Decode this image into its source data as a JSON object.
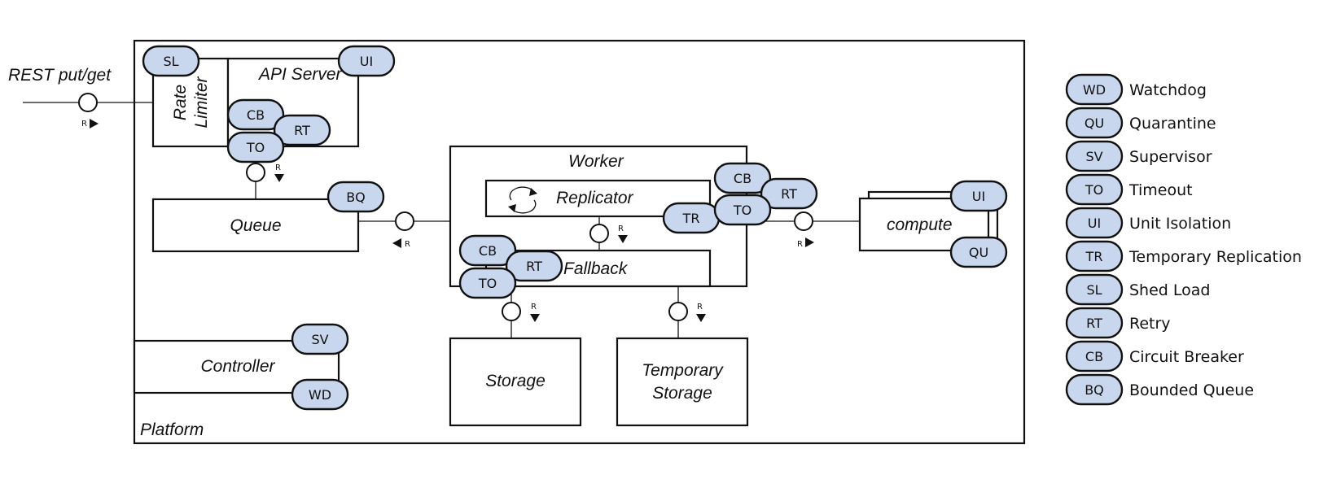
{
  "diagram": {
    "external_label": "REST put/get",
    "platform_label": "Platform",
    "components": {
      "rate_limiter": [
        "Rate",
        "Limiter"
      ],
      "api_server": "API Server",
      "queue": "Queue",
      "worker": "Worker",
      "replicator": "Replicator",
      "fallback": "Fallback",
      "compute": "compute",
      "controller": "Controller",
      "storage": "Storage",
      "temporary_storage": [
        "Temporary",
        "Storage"
      ]
    },
    "badges": {
      "rate_limiter": "SL",
      "api_server_ui": "UI",
      "api_cb": "CB",
      "api_rt": "RT",
      "api_to": "TO",
      "queue": "BQ",
      "replicator": "TR",
      "worker_cb": "CB",
      "worker_rt": "RT",
      "worker_to": "TO",
      "fallback_cb": "CB",
      "fallback_rt": "RT",
      "fallback_to": "TO",
      "compute_ui": "UI",
      "compute_qu": "QU",
      "controller_sv": "SV",
      "controller_wd": "WD"
    },
    "port_marker": "R"
  },
  "legend": [
    {
      "code": "WD",
      "name": "Watchdog"
    },
    {
      "code": "QU",
      "name": "Quarantine"
    },
    {
      "code": "SV",
      "name": "Supervisor"
    },
    {
      "code": "TO",
      "name": "Timeout"
    },
    {
      "code": "UI",
      "name": "Unit Isolation"
    },
    {
      "code": "TR",
      "name": "Temporary Replication"
    },
    {
      "code": "SL",
      "name": "Shed Load"
    },
    {
      "code": "RT",
      "name": "Retry"
    },
    {
      "code": "CB",
      "name": "Circuit Breaker"
    },
    {
      "code": "BQ",
      "name": "Bounded Queue"
    }
  ],
  "colors": {
    "badge_fill": "#c9d7ee",
    "stroke": "#111111"
  }
}
